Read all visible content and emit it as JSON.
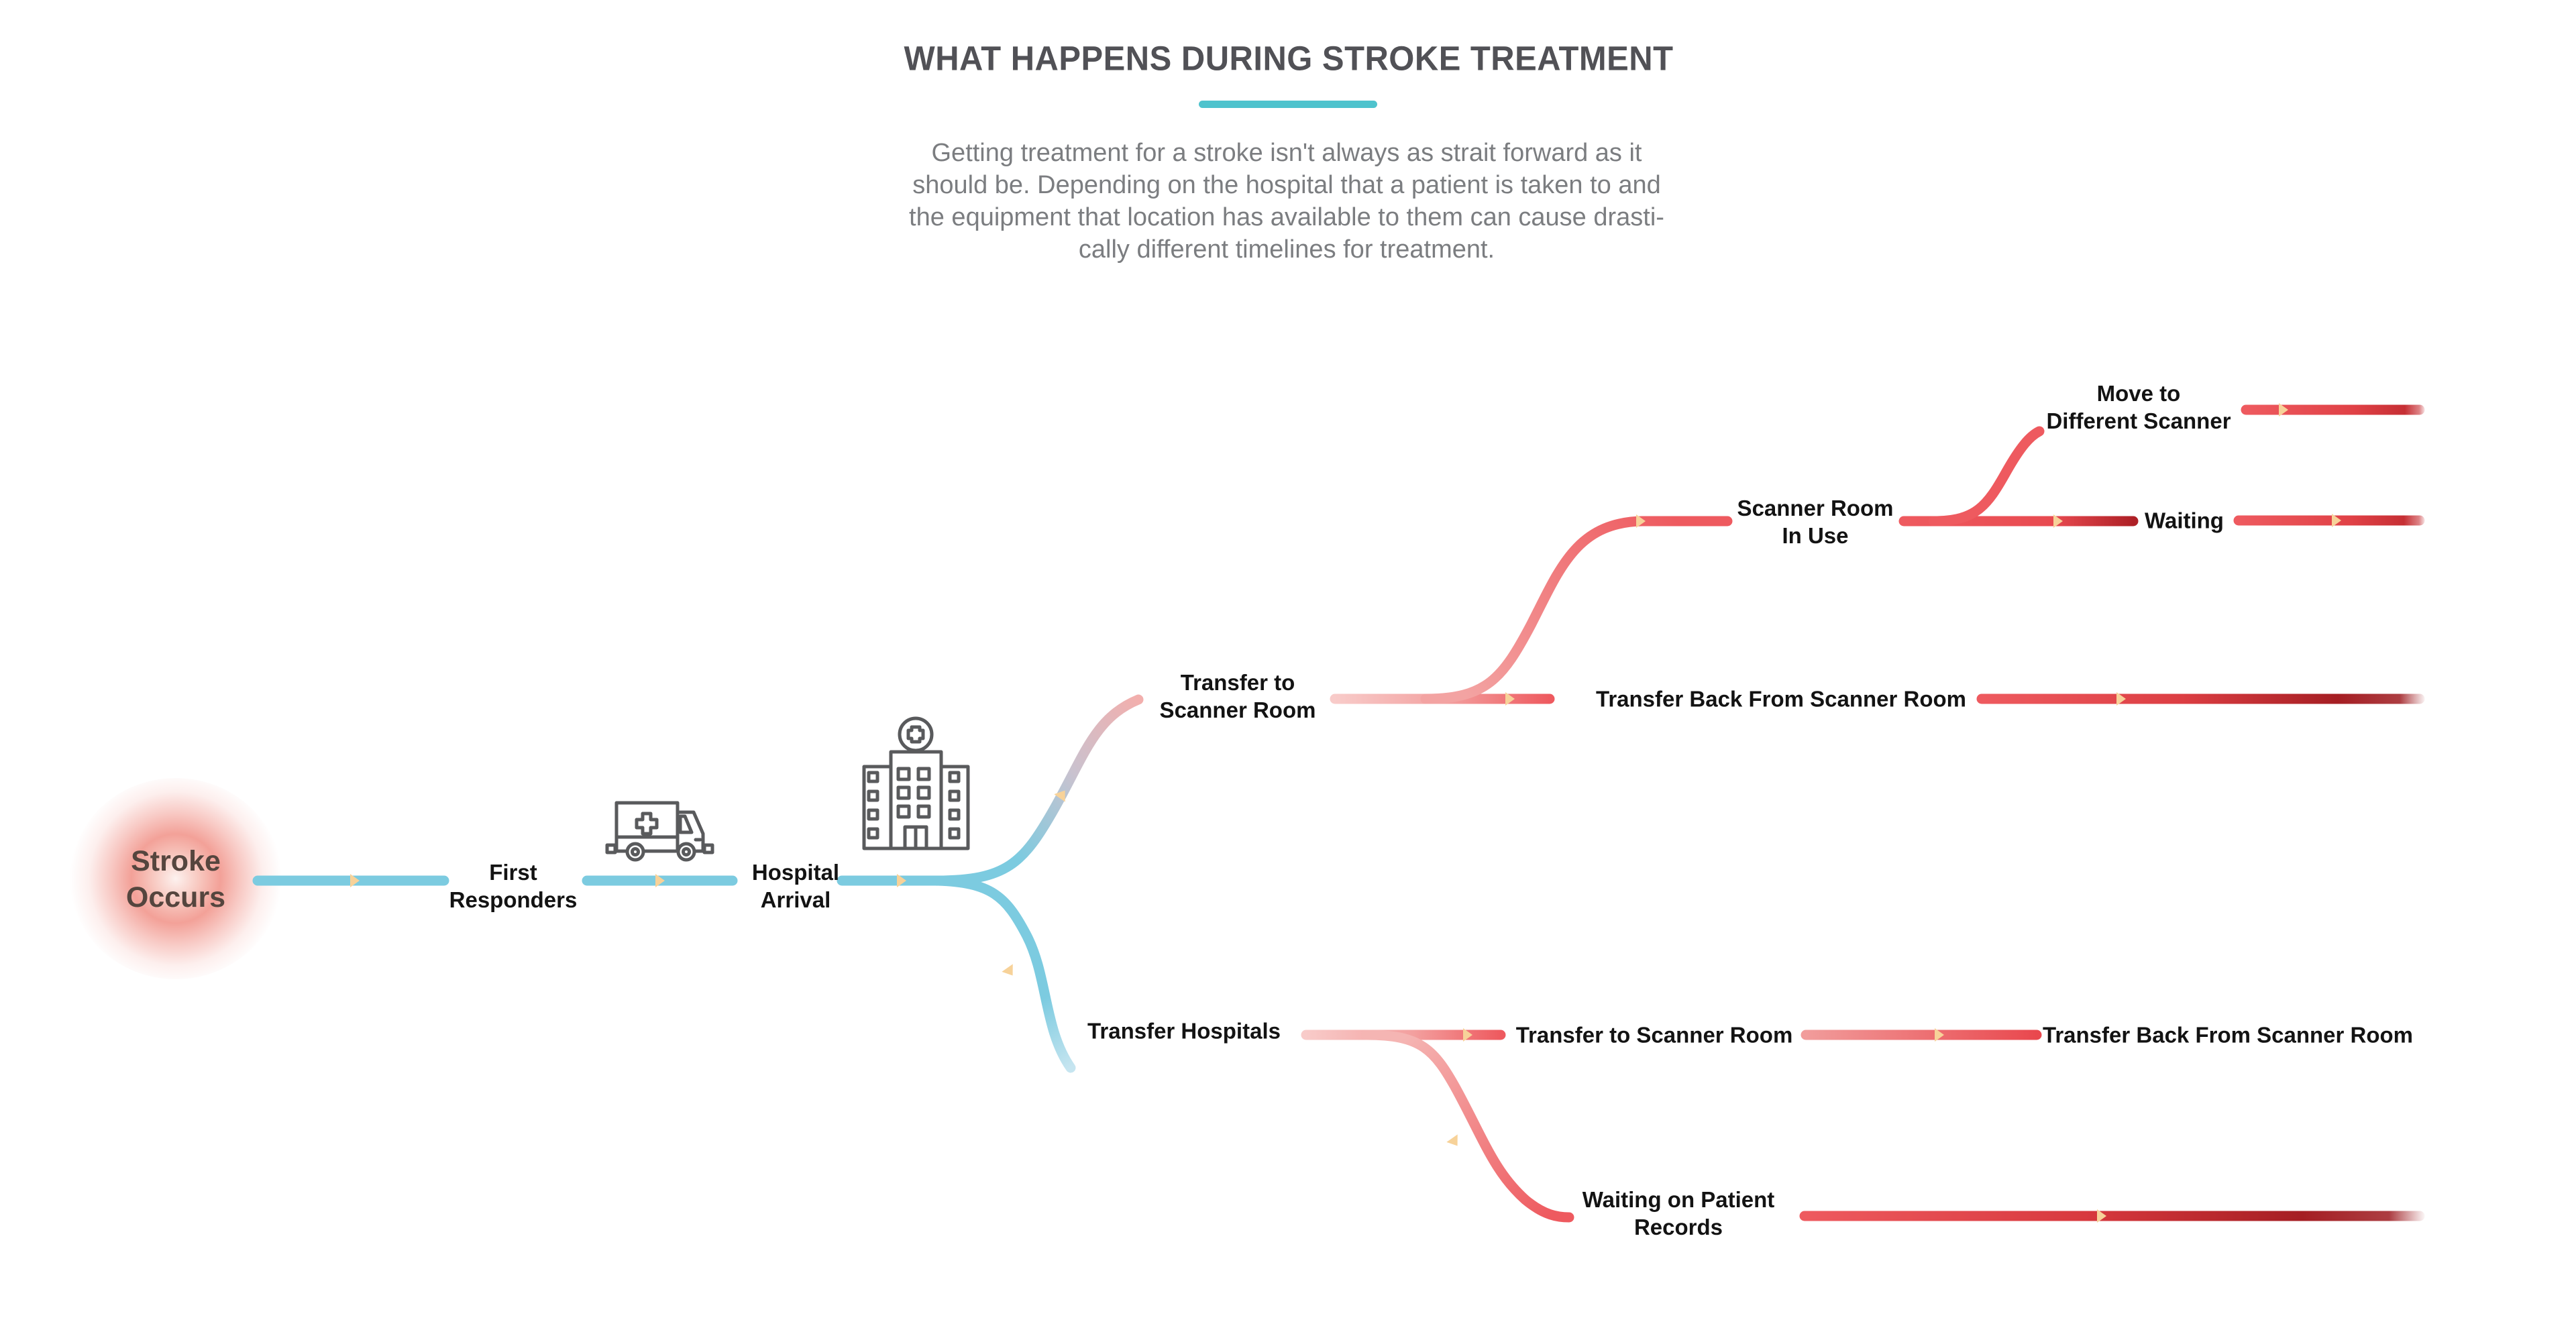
{
  "header": {
    "title": "WHAT HAPPENS DURING STROKE TREATMENT",
    "description_lines": [
      "Getting treatment for a stroke isn't always as strait forward as it",
      "should be. Depending on the hospital that a patient is taken to and",
      "the equipment that location has available to them can cause drasti-",
      "cally different timelines for treatment."
    ]
  },
  "nodes": {
    "stroke_occurs": {
      "lines": [
        "Stroke",
        "Occurs"
      ]
    },
    "first_responders": {
      "lines": [
        "First",
        "Responders"
      ]
    },
    "hospital_arrival": {
      "lines": [
        "Hospital",
        "Arrival"
      ]
    },
    "transfer_to_scanner_room_upper": {
      "lines": [
        "Transfer to",
        "Scanner Room"
      ]
    },
    "scanner_room_in_use": {
      "lines": [
        "Scanner Room",
        "In Use"
      ]
    },
    "move_to_different_scanner": {
      "lines": [
        "Move to",
        "Different Scanner"
      ]
    },
    "waiting": {
      "label": "Waiting"
    },
    "transfer_back_from_scanner_room_upper": {
      "label": "Transfer Back From Scanner Room"
    },
    "transfer_hospitals": {
      "label": "Transfer Hospitals"
    },
    "transfer_to_scanner_room_lower": {
      "label": "Transfer to Scanner Room"
    },
    "transfer_back_from_scanner_room_lower": {
      "label": "Transfer Back From Scanner Room"
    },
    "waiting_on_patient_records": {
      "lines": [
        "Waiting on Patient",
        "Records"
      ]
    }
  },
  "icons": {
    "ambulance": "ambulance-truck",
    "hospital": "hospital-building",
    "flow_arrow": "right-pointing-triangle"
  },
  "colors": {
    "accent_teal": "#4EC3CD",
    "path_blue": "#7CCBE0",
    "path_pink_light": "#F8CBC9",
    "path_coral": "#EE5A5F",
    "path_dark_red": "#9E1B20",
    "arrow_tan": "#F7D299",
    "title_gray": "#515156",
    "body_gray": "#7B7D80",
    "label_black": "#131313",
    "stroke_text_brown": "#55453E",
    "icon_gray": "#595A5C",
    "glow_red": "#F1948A"
  }
}
